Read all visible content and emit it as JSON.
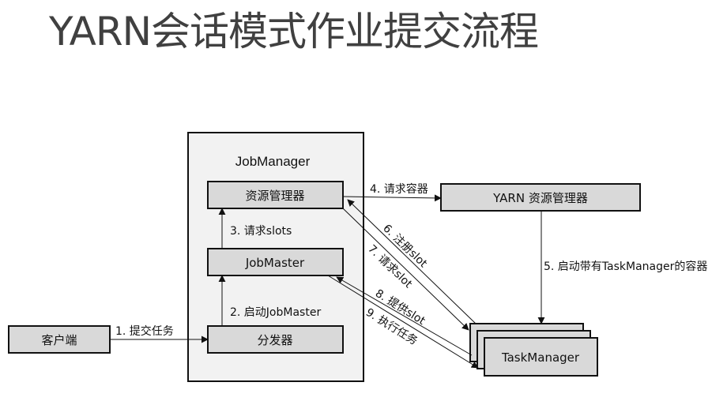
{
  "title": "YARN会话模式作业提交流程",
  "colors": {
    "container_fill": "#f2f2f2",
    "box_fill": "#d9d9d9",
    "stroke": "#111111",
    "title_color": "#404040"
  },
  "nodes": {
    "client": "客户端",
    "jobmanager_title": "JobManager",
    "resource_manager": "资源管理器",
    "jobmaster": "JobMaster",
    "dispatcher": "分发器",
    "yarn_rm": "YARN 资源管理器",
    "taskmanager": "TaskManager"
  },
  "edges": [
    {
      "id": "e1",
      "label": "1. 提交任务",
      "from": "client",
      "to": "dispatcher"
    },
    {
      "id": "e2",
      "label": "2. 启动JobMaster",
      "from": "dispatcher",
      "to": "jobmaster"
    },
    {
      "id": "e3",
      "label": "3. 请求slots",
      "from": "jobmaster",
      "to": "resource_manager"
    },
    {
      "id": "e4",
      "label": "4. 请求容器",
      "from": "resource_manager",
      "to": "yarn_rm"
    },
    {
      "id": "e5",
      "label": "5. 启动带有TaskManager的容器",
      "from": "yarn_rm",
      "to": "taskmanager"
    },
    {
      "id": "e6",
      "label": "6. 注册slot",
      "from": "taskmanager",
      "to": "resource_manager"
    },
    {
      "id": "e7",
      "label": "7. 请求slot",
      "from": "resource_manager",
      "to": "taskmanager"
    },
    {
      "id": "e8",
      "label": "8. 提供slot",
      "from": "taskmanager",
      "to": "jobmaster"
    },
    {
      "id": "e9",
      "label": "9. 执行任务",
      "from": "jobmaster",
      "to": "taskmanager"
    }
  ]
}
